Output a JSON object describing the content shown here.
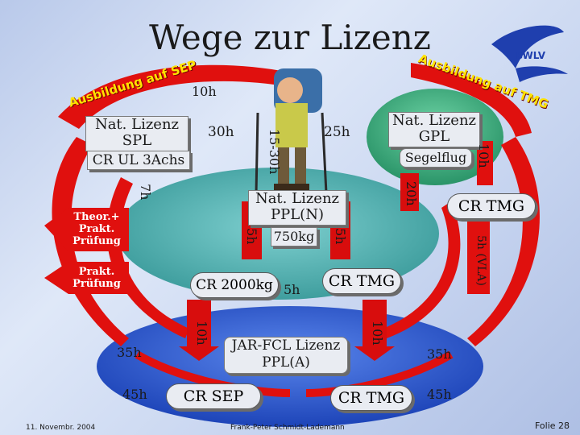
{
  "title": "Wege zur Lizenz",
  "logo_text": "BWLV",
  "arc_left": "Ausbildung auf SEP",
  "arc_right": "Ausbildung auf TMG",
  "boxes": {
    "spl_line1": "Nat. Lizenz",
    "spl_line2": "SPL",
    "cr_ul": "CR UL 3Achs",
    "gpl_line1": "Nat. Lizenz",
    "gpl_line2": "GPL",
    "segelflug": "Segelflug",
    "ppln_line1": "Nat. Lizenz",
    "ppln_line2": "PPL(N)",
    "kg750": "750kg",
    "cr_tmg_right": "CR TMG",
    "cr_2000": "CR 2000kg",
    "cr_tmg_mid": "CR TMG",
    "jar_line1": "JAR-FCL Lizenz",
    "jar_line2": "PPL(A)",
    "cr_sep": "CR SEP",
    "cr_tmg_bottom": "CR TMG"
  },
  "arrows": {
    "theor_line1": "Theor.+",
    "theor_line2": "Prakt.",
    "theor_line3": "Prüfung",
    "prakt_line1": "Prakt.",
    "prakt_line2": "Prüfung"
  },
  "hours": {
    "h10_top": "10h",
    "h30": "30h",
    "h15_30": "15-30h",
    "h25": "25h",
    "h10_right": "10h",
    "h20": "20h",
    "h7": "7h",
    "h5_left": "5h",
    "h5_right": "5h",
    "h5_mid": "5h",
    "h5_vla": "5h (VLA)",
    "h10_bl": "10h",
    "h10_br": "10h",
    "h35_left": "35h",
    "h35_right": "35h",
    "h45_left": "45h",
    "h45_right": "45h"
  },
  "footer": {
    "date": "11. Novembr. 2004",
    "author": "Frank-Peter Schmidt-Lademann",
    "slide": "Folie 28"
  },
  "colors": {
    "arc_red": "#e0100e",
    "teal_ellipse": "#52aeae",
    "blue_ellipse": "#2f5bd6",
    "gpl_green": "#3fae7e"
  }
}
